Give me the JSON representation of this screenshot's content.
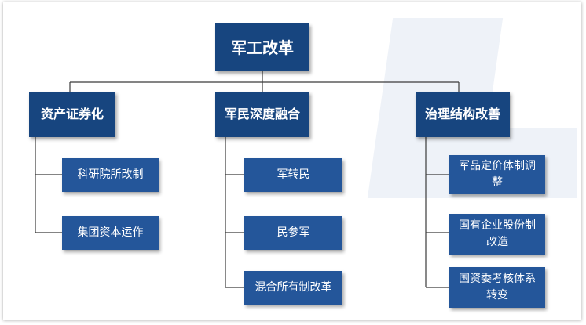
{
  "root": {
    "label": "军工改革"
  },
  "branches": [
    {
      "label": "资产证券化",
      "children": [
        {
          "label": "科研院所改制"
        },
        {
          "label": "集团资本运作"
        }
      ]
    },
    {
      "label": "军民深度融合",
      "children": [
        {
          "label": "军转民"
        },
        {
          "label": "民参军"
        },
        {
          "label": "混合所有制改革"
        }
      ]
    },
    {
      "label": "治理结构改善",
      "children": [
        {
          "label": "军品定价体制调整"
        },
        {
          "label": "国有企业股份制改造"
        },
        {
          "label": "国资委考核体系转变"
        }
      ]
    }
  ],
  "colors": {
    "node_fill": "#1f4f8e",
    "connector": "#3b3b3b",
    "background_accent": "#eef2f8"
  }
}
